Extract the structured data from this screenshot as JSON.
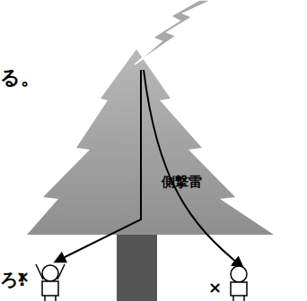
{
  "diagram": {
    "labels": [
      "る。",
      "側撃雷",
      "×",
      "×",
      "ろ!"
    ]
  }
}
